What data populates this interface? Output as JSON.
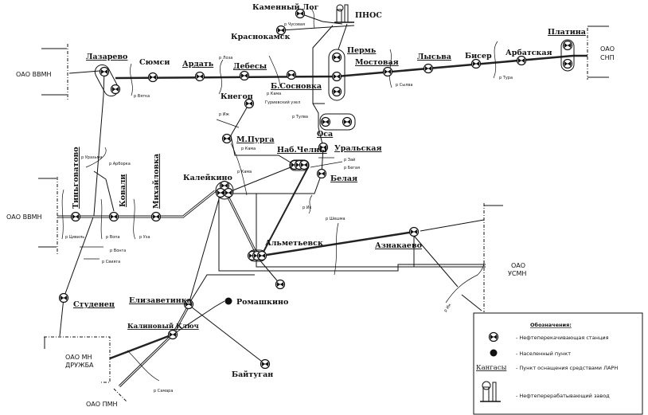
{
  "stations": {
    "lazarevo": "Лазарево",
    "syumsi": "Сюмси",
    "ardat": "Ардать",
    "debesy": "Дебесы",
    "b_sosnovka": "Б.Сосновка",
    "perm": "Пермь",
    "mostovaya": "Мостовая",
    "lysva": "Лысьва",
    "biser": "Бисер",
    "arbatskaya": "Арбатская",
    "platina": "Платина",
    "kamenny_log": "Каменный Лог",
    "krasnokamsk": "Краснокамск",
    "pnos": "ПНОС",
    "knegon": "Кнегоп",
    "m_purga": "М.Пурга",
    "nab_chelny": "Наб.Челны",
    "osa": "Оса",
    "uralskaya": "Уральская",
    "belaya": "Белая",
    "kaleykino": "Калейкино",
    "almetyevsk": "Альметьевск",
    "aznakaevo": "Азнакаево",
    "tingovatovo": "Тиньговатово",
    "kovali": "Ковали",
    "mikhaylovka": "Михайловка",
    "studenets": "Студенец",
    "elizavetinka": "Елизаветинка",
    "romashkino": "Ромашкино",
    "kalinovy_klyuch": "Калиновый Ключ",
    "baytugan": "Байтуган",
    "gurievsky": "Гуриевский узел"
  },
  "organizations": {
    "vvmn_top": "ОАО ВВМН",
    "vvmn_mid": "ОАО ВВМН",
    "snp": [
      "ОАО",
      "СНП"
    ],
    "usmn": [
      "ОАО",
      "УСМН"
    ],
    "druzhba": [
      "ОАО МН",
      "ДРУЖБА"
    ],
    "pmn": "ОАО ПМН"
  },
  "rivers": {
    "chusovaya": "р Чусовая",
    "vyatka": "р Вятка",
    "loza": "р Лоза",
    "kama1": "р Кама",
    "izh": "р Иж",
    "tulva": "р Тулва",
    "kama2": "р Кама",
    "kama3": "р Кама",
    "sylva": "р Сылва",
    "tura": "р Тура",
    "zay": "р Зай",
    "bezhan": "р Бегая",
    "ik1": "р Ик",
    "sheshma": "р Шешма",
    "ik2": "р Ик",
    "samara": "р Самара",
    "urazma": "р Уразьма",
    "arborka": "р Арборка",
    "tsivil": "р Цивиль",
    "vopa": "р Вопа",
    "uza": "р Уза",
    "vonga": "р Вонга",
    "sviyaga": "р Свияга"
  },
  "legend": {
    "title": "Обозначения:",
    "items": [
      {
        "icon": "pump-station-icon",
        "text": "- Нефтеперекачивающая станция"
      },
      {
        "icon": "settlement-icon",
        "text": "- Населенный пункт"
      },
      {
        "sample": "Кангасы",
        "text": "- Пункт оснащения средствами ЛАРН"
      },
      {
        "icon": "refinery-icon",
        "text": "- Нефтеперерабатывающий завод"
      }
    ]
  }
}
